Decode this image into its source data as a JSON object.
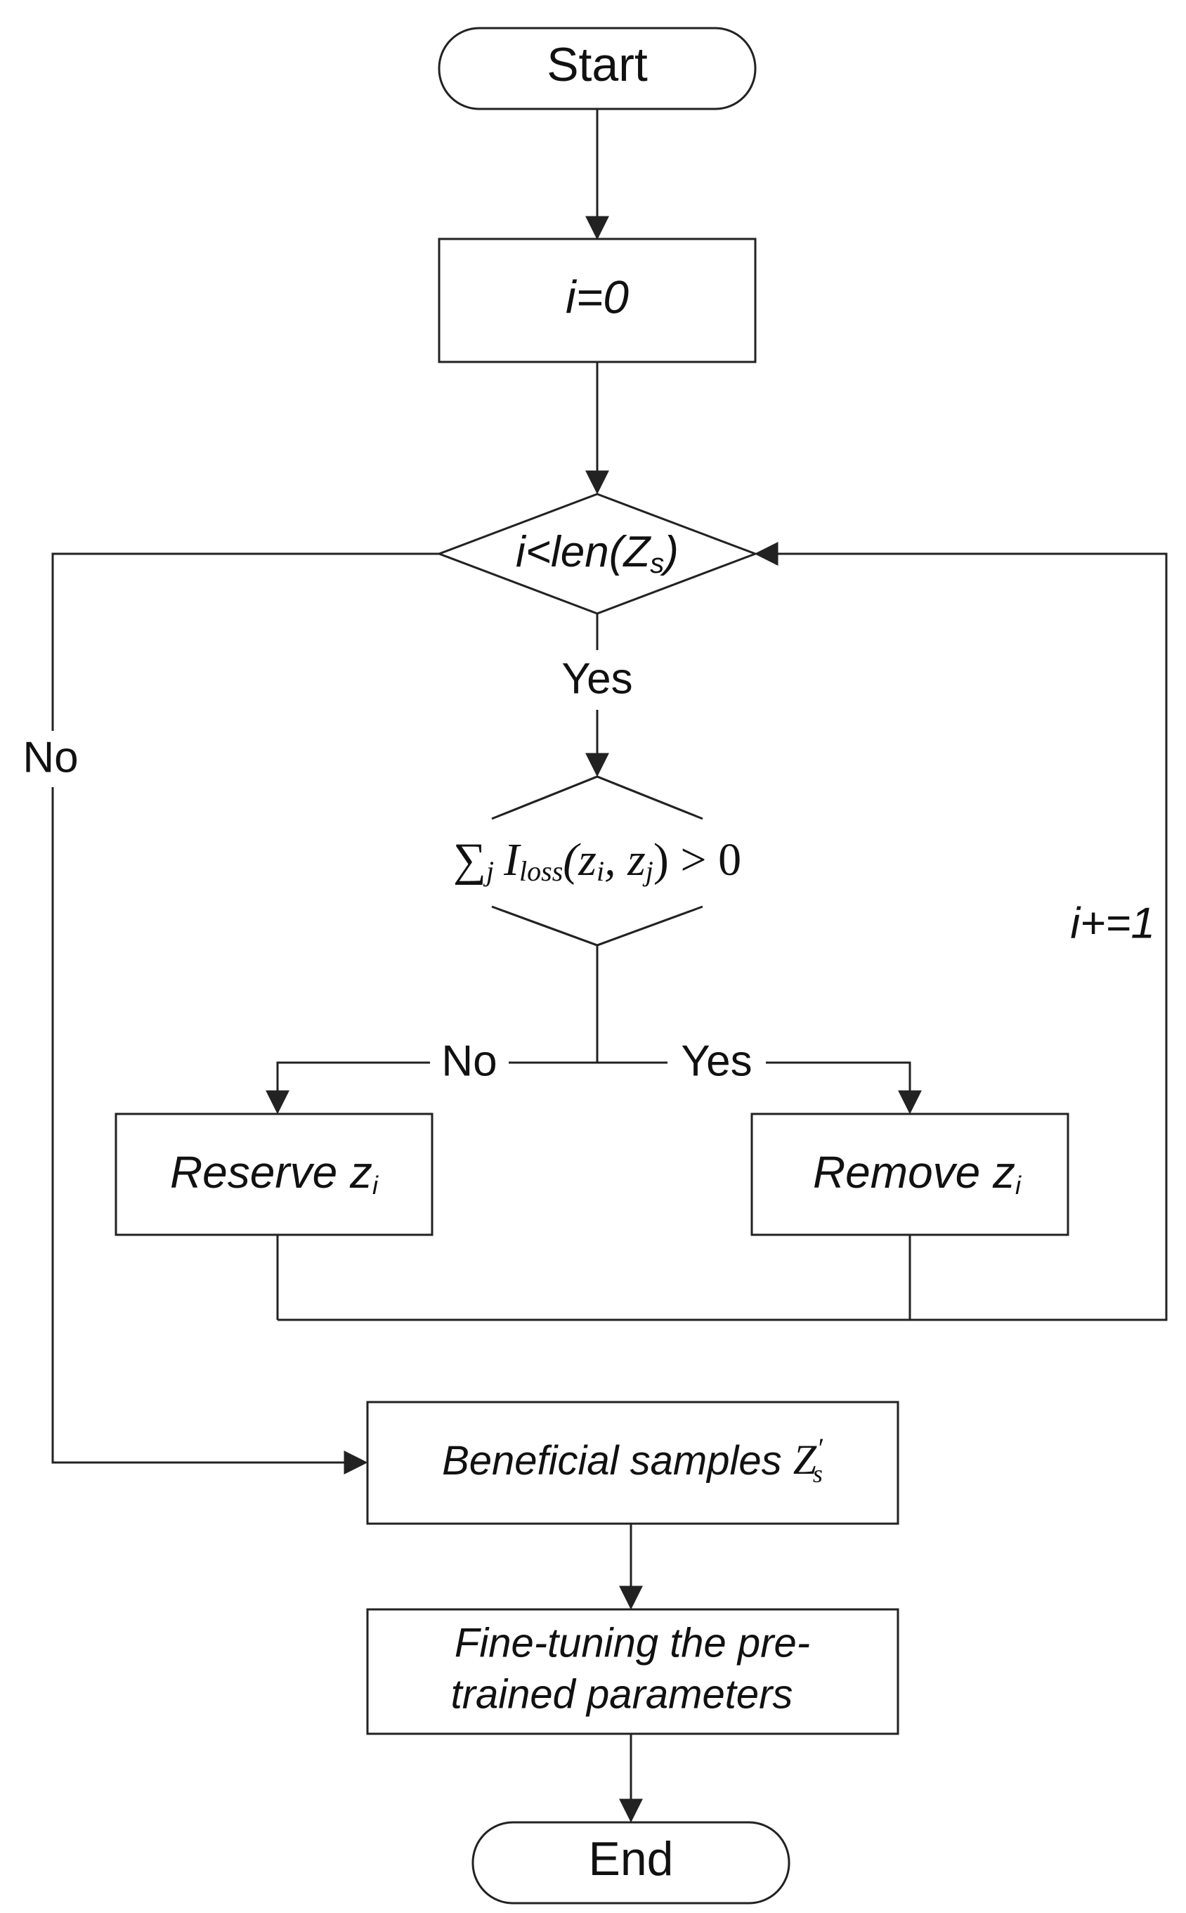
{
  "nodes": {
    "start": "Start",
    "init": "i=0",
    "loop_condition_prefix": "i<len(Z",
    "loop_condition_sub": "s",
    "loop_condition_suffix": ")",
    "influence_condition_sum": "∑",
    "influence_condition_j": "j",
    "influence_condition_I": "I",
    "influence_condition_loss": "loss",
    "influence_condition_args_open": "(z",
    "influence_condition_arg1_sub": "i",
    "influence_condition_comma": ", z",
    "influence_condition_arg2_sub": "j",
    "influence_condition_tail": ") > 0",
    "reserve_prefix": "Reserve z",
    "reserve_sub": "i",
    "remove_prefix": "Remove z",
    "remove_sub": "i",
    "beneficial_prefix": "Beneficial samples ",
    "beneficial_symbol": "Z",
    "beneficial_prime": "′",
    "beneficial_sub": "s",
    "finetune_line1": "Fine-tuning the pre-",
    "finetune_line2": "trained parameters",
    "end": "End"
  },
  "edge_labels": {
    "loop_yes": "Yes",
    "loop_no": "No",
    "cond_no": "No",
    "cond_yes": "Yes",
    "increment": "i+=1"
  },
  "colors": {
    "stroke": "#222222",
    "text": "#111111",
    "background": "#ffffff"
  }
}
